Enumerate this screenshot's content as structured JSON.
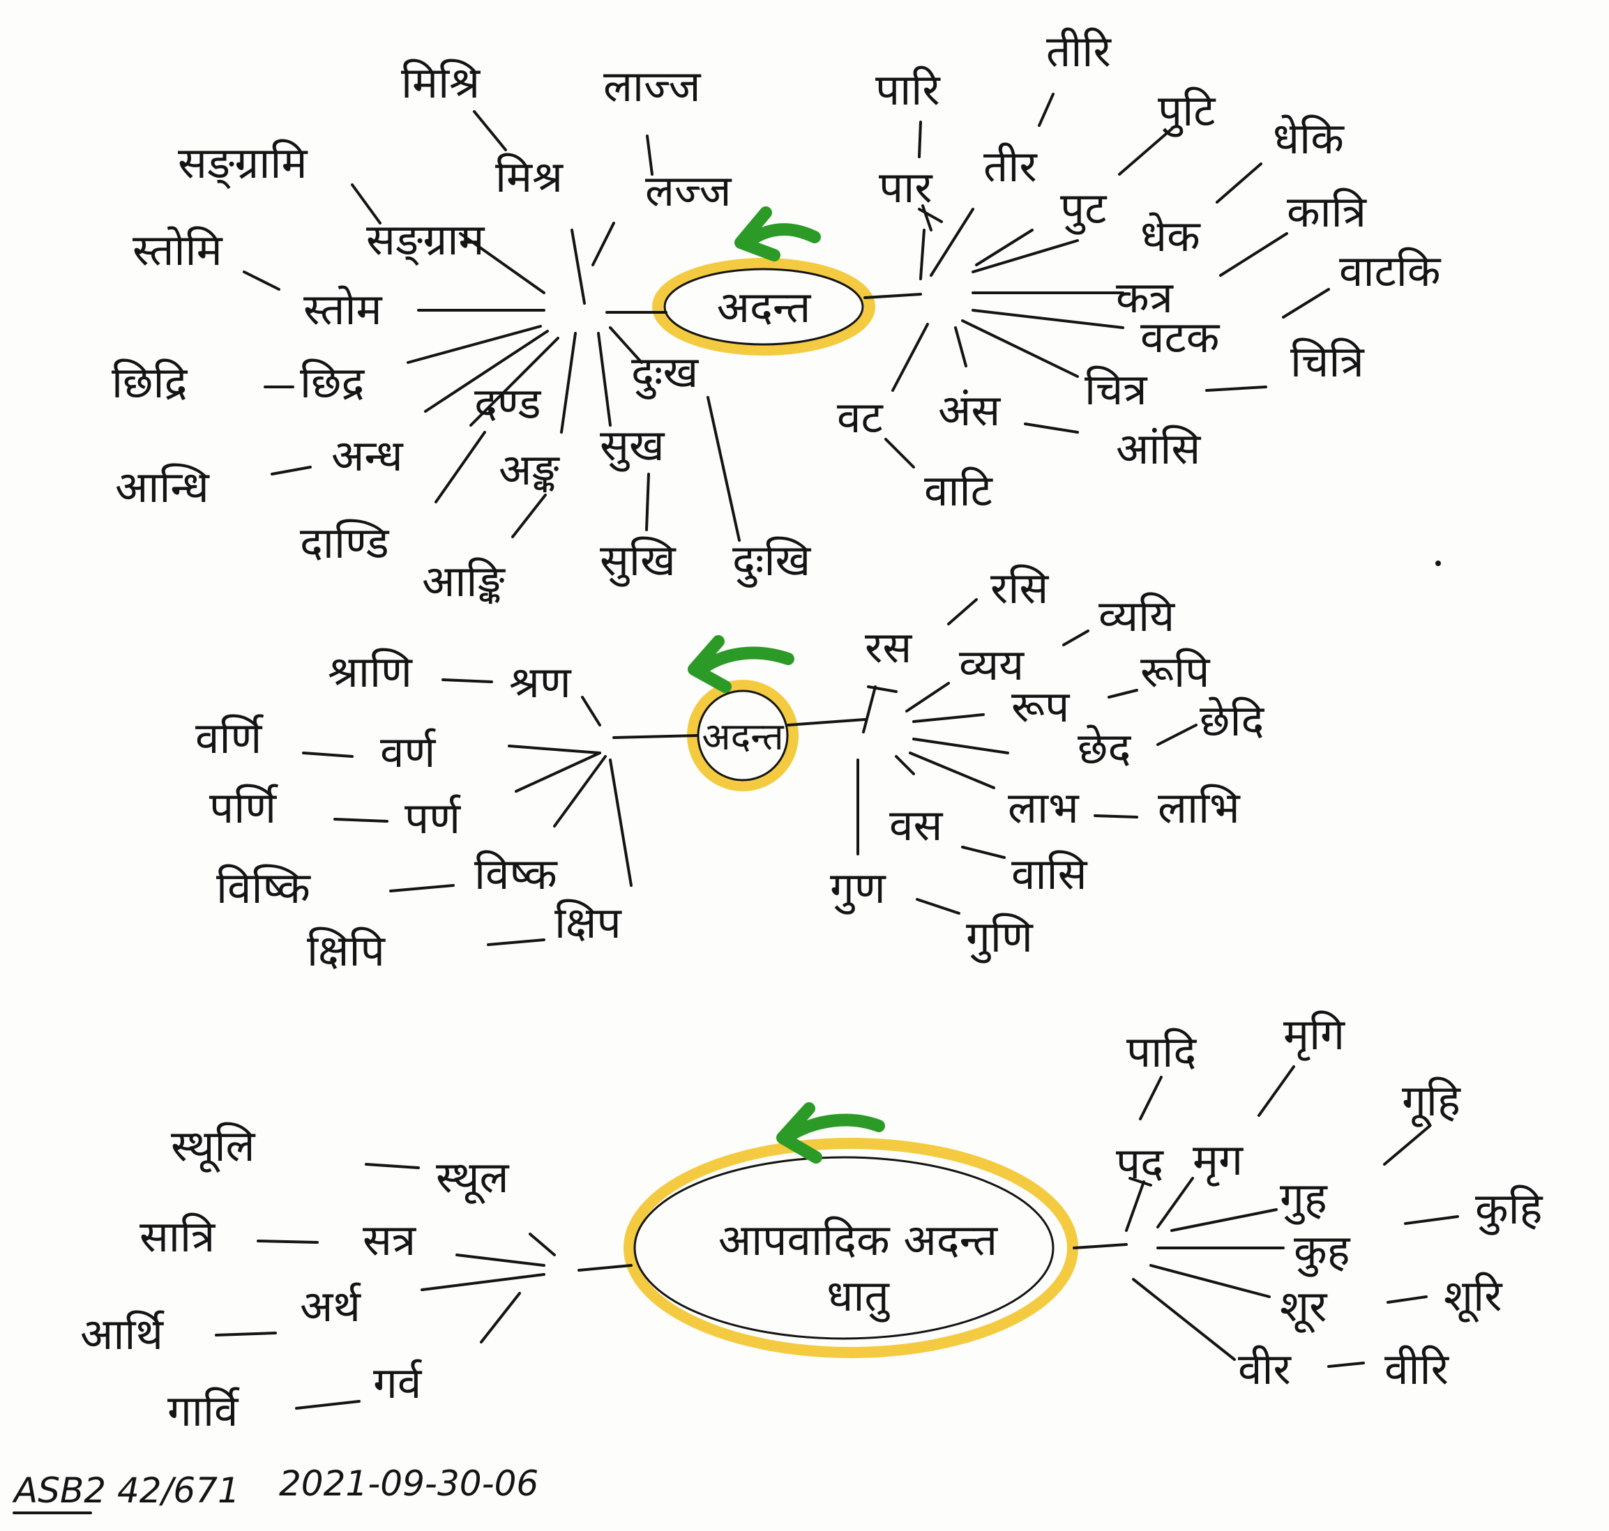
{
  "colors": {
    "ink": "#141414",
    "highlight": "#f2c21e",
    "arrow": "#2c9a26"
  },
  "map1": {
    "center": "अदन्त",
    "left": {
      "lajj": [
        "लज्ज",
        "लाज्ज"
      ],
      "mishra": [
        "मिश्र",
        "मिश्रि"
      ],
      "sangram": [
        "सङ्ग्राम",
        "सङ्ग्रामि"
      ],
      "stom": [
        "स्तोम",
        "स्तोमि"
      ],
      "chhidra": [
        "छिद्र",
        "छिद्रि"
      ],
      "andha": [
        "अन्ध",
        "आन्धि"
      ],
      "danda": [
        "दण्ड",
        "दाण्डि"
      ],
      "anka": [
        "अङ्क",
        "आङ्कि"
      ],
      "sukha": [
        "सुख",
        "सुखि"
      ],
      "dukha": [
        "दुःख",
        "दुःखि"
      ]
    },
    "right": {
      "paar": [
        "पार",
        "पारि"
      ],
      "teer": [
        "तीर",
        "तीरि"
      ],
      "put": [
        "पुट",
        "पुटि"
      ],
      "dhek": [
        "धेक",
        "धेकि"
      ],
      "katra": [
        "कत्र",
        "कात्रि"
      ],
      "vatak": [
        "वटक",
        "वाटकि"
      ],
      "chitra": [
        "चित्र",
        "चित्रि"
      ],
      "ans": [
        "अंस",
        "आंसि"
      ],
      "vat": [
        "वट",
        "वाटि"
      ]
    }
  },
  "map2": {
    "center": "अदन्त",
    "left": {
      "shraan": [
        "श्रण",
        "श्राणि"
      ],
      "varna": [
        "वर्ण",
        "वर्णि"
      ],
      "parna": [
        "पर्ण",
        "पर्णि"
      ],
      "vishka": [
        "विष्क",
        "विष्कि"
      ],
      "kship": [
        "क्षिप",
        "क्षिपि"
      ]
    },
    "right": {
      "ras": [
        "रस",
        "रसि"
      ],
      "vyaya": [
        "व्यय",
        "व्ययि"
      ],
      "rup": [
        "रूप",
        "रूपि"
      ],
      "chhed": [
        "छेद",
        "छेदि"
      ],
      "labh": [
        "लाभ",
        "लाभि"
      ],
      "vas": [
        "वस",
        "वासि"
      ],
      "gun": [
        "गुण",
        "गुणि"
      ]
    }
  },
  "map3": {
    "center_line1": "आपवादिक अदन्त",
    "center_line2": "धातु",
    "left": {
      "sthula": [
        "स्थूल",
        "स्थूलि"
      ],
      "satra": [
        "सत्र",
        "सात्रि"
      ],
      "artha": [
        "अर्थ",
        "आर्थि"
      ],
      "garva": [
        "गर्व",
        "गार्वि"
      ]
    },
    "right": {
      "pad": [
        "पद",
        "पादि"
      ],
      "mriga": [
        "मृग",
        "मृगि"
      ],
      "guha": [
        "गुह",
        "गूहि"
      ],
      "kuha": [
        "कुह",
        "कुहि"
      ],
      "shura": [
        "शूर",
        "शूरि"
      ],
      "veer": [
        "वीर",
        "वीरि"
      ]
    }
  },
  "footer": {
    "ref": "ASB2 42/671",
    "date": "2021-09-30-06"
  }
}
